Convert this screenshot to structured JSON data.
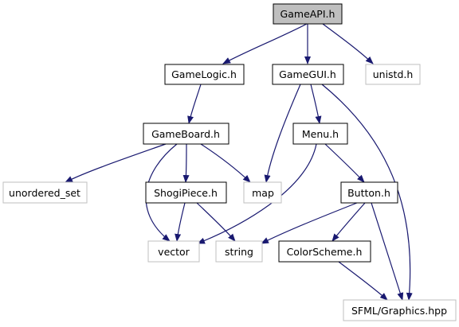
{
  "graph": {
    "colors": {
      "edge": "#191970",
      "root_fill": "#bfbfbf",
      "local_border": "#000000",
      "system_border": "#bfbfbf",
      "text": "#000000"
    },
    "nodes": [
      {
        "id": "gameapi",
        "label": "GameAPI.h",
        "kind": "root"
      },
      {
        "id": "gamelogic",
        "label": "GameLogic.h",
        "kind": "local"
      },
      {
        "id": "gamegui",
        "label": "GameGUI.h",
        "kind": "local"
      },
      {
        "id": "unistd",
        "label": "unistd.h",
        "kind": "system"
      },
      {
        "id": "gameboard",
        "label": "GameBoard.h",
        "kind": "local"
      },
      {
        "id": "menu",
        "label": "Menu.h",
        "kind": "local"
      },
      {
        "id": "unordered_set",
        "label": "unordered_set",
        "kind": "system"
      },
      {
        "id": "shogipiece",
        "label": "ShogiPiece.h",
        "kind": "local"
      },
      {
        "id": "map",
        "label": "map",
        "kind": "system"
      },
      {
        "id": "button",
        "label": "Button.h",
        "kind": "local"
      },
      {
        "id": "vector",
        "label": "vector",
        "kind": "system"
      },
      {
        "id": "string",
        "label": "string",
        "kind": "system"
      },
      {
        "id": "colorscheme",
        "label": "ColorScheme.h",
        "kind": "local"
      },
      {
        "id": "sfml_graphics",
        "label": "SFML/Graphics.hpp",
        "kind": "system"
      }
    ],
    "edges": [
      {
        "from": "gameapi",
        "to": "gamelogic"
      },
      {
        "from": "gameapi",
        "to": "gamegui"
      },
      {
        "from": "gameapi",
        "to": "unistd"
      },
      {
        "from": "gamelogic",
        "to": "gameboard"
      },
      {
        "from": "gamegui",
        "to": "map"
      },
      {
        "from": "gamegui",
        "to": "menu"
      },
      {
        "from": "gamegui",
        "to": "sfml_graphics"
      },
      {
        "from": "gameboard",
        "to": "unordered_set"
      },
      {
        "from": "gameboard",
        "to": "shogipiece"
      },
      {
        "from": "gameboard",
        "to": "vector"
      },
      {
        "from": "gameboard",
        "to": "map"
      },
      {
        "from": "menu",
        "to": "vector"
      },
      {
        "from": "menu",
        "to": "button"
      },
      {
        "from": "shogipiece",
        "to": "vector"
      },
      {
        "from": "shogipiece",
        "to": "string"
      },
      {
        "from": "button",
        "to": "string"
      },
      {
        "from": "button",
        "to": "colorscheme"
      },
      {
        "from": "button",
        "to": "sfml_graphics"
      },
      {
        "from": "colorscheme",
        "to": "sfml_graphics"
      }
    ]
  }
}
